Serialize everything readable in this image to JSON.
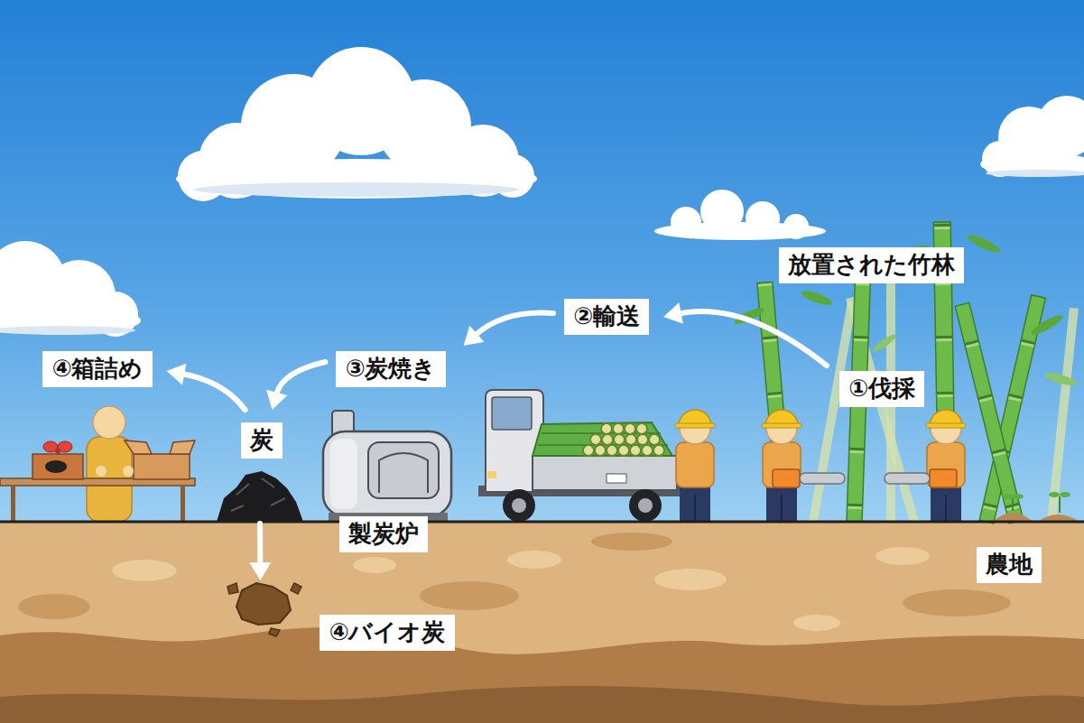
{
  "diagram": {
    "nodes": [
      {
        "text": [
          "放置された竹林"
        ]
      },
      {
        "text": [
          "②輸送"
        ]
      },
      {
        "text": [
          "③炭焼き"
        ]
      },
      {
        "text": [
          "④箱詰め"
        ]
      },
      {
        "text": [
          "①伐採"
        ]
      },
      {
        "text": [
          "炭"
        ]
      },
      {
        "text": [
          "製炭炉"
        ]
      },
      {
        "text": [
          "農地"
        ]
      },
      {
        "text": [
          "④バイオ炭"
        ]
      }
    ],
    "edges": [
      {
        "from": 4,
        "to": 1,
        "arrow": "to"
      },
      {
        "from": 1,
        "to": 2,
        "arrow": "to"
      },
      {
        "from": 2,
        "to": 5,
        "arrow": "to"
      },
      {
        "from": 5,
        "to": 3,
        "arrow": "to"
      },
      {
        "from": 5,
        "to": 8,
        "arrow": "to"
      }
    ]
  }
}
